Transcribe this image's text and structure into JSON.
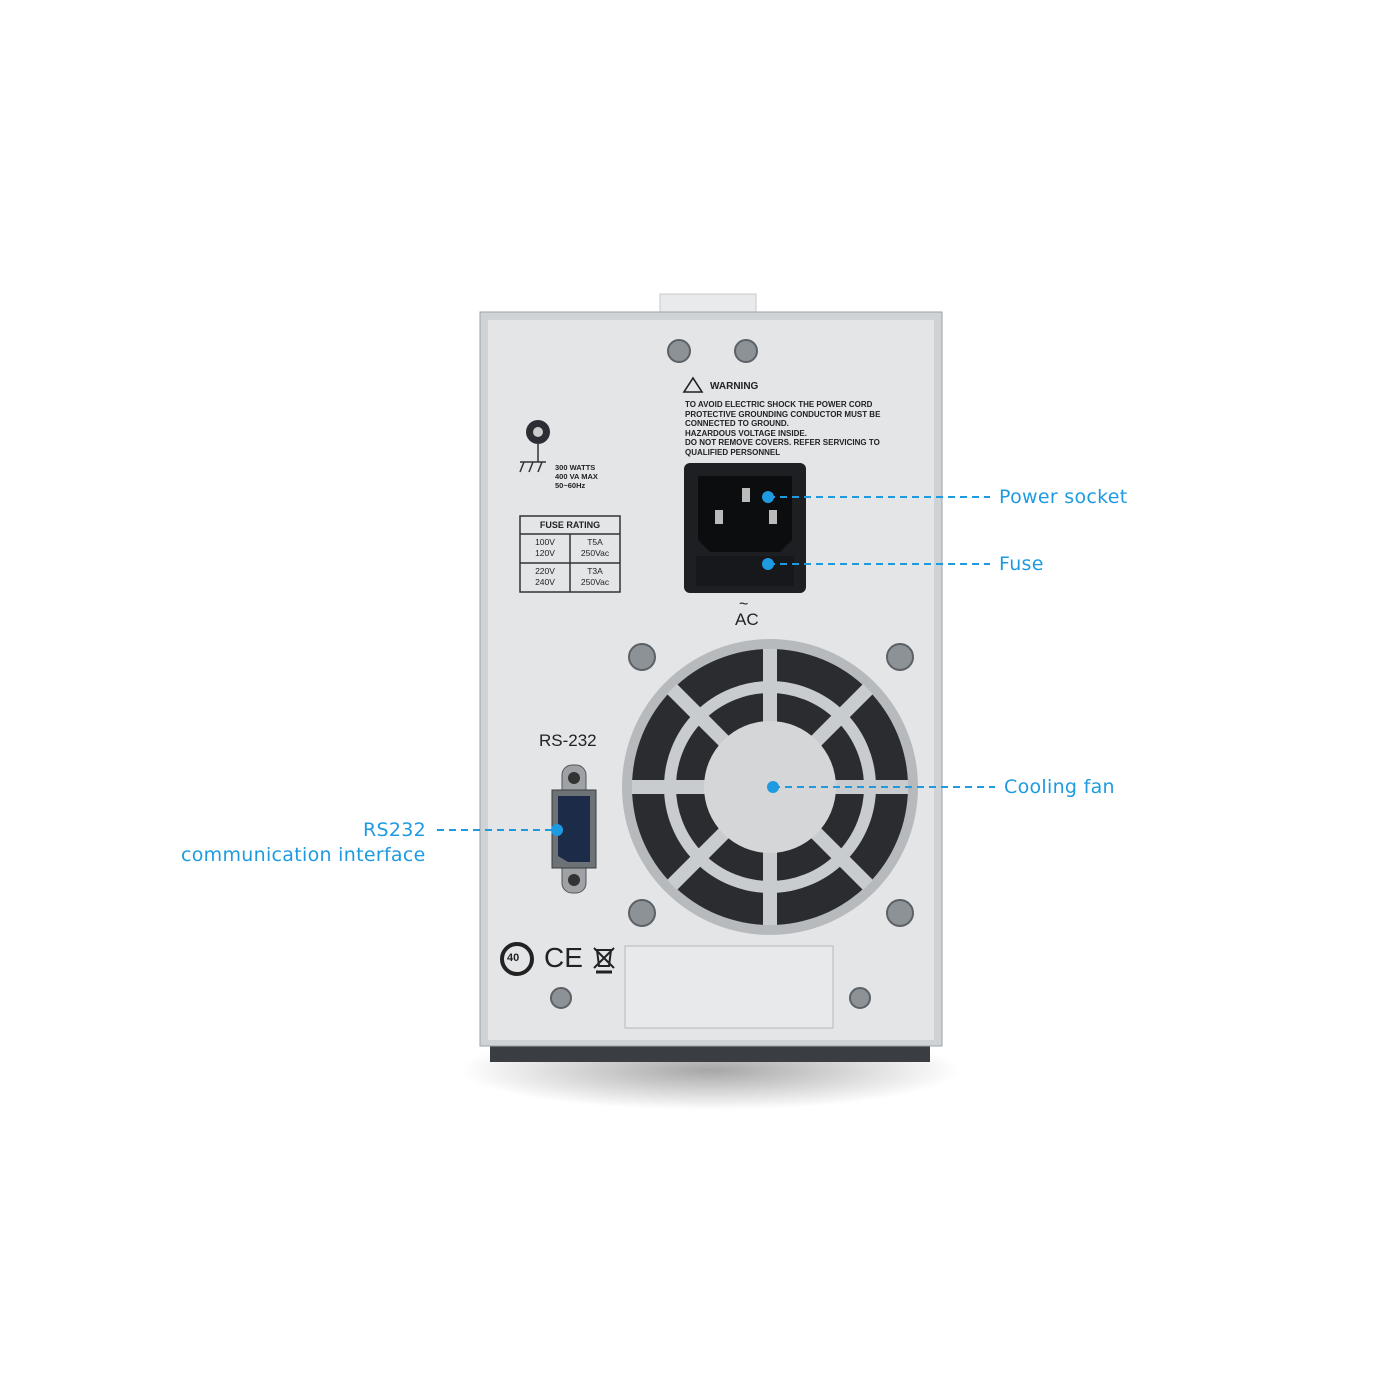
{
  "device": {
    "warning_title": "WARNING",
    "warning_lines": [
      "TO AVOID ELECTRIC SHOCK THE POWER CORD",
      "PROTECTIVE GROUNDING CONDUCTOR MUST BE",
      "CONNECTED TO GROUND.",
      "HAZARDOUS VOLTAGE INSIDE.",
      "DO NOT REMOVE COVERS. REFER SERVICING TO",
      "QUALIFIED PERSONNEL"
    ],
    "power_specs": [
      "300 WATTS",
      "400 VA MAX",
      "50~60Hz"
    ],
    "fuse_table": {
      "title": "FUSE RATING",
      "rows": [
        {
          "voltage": "100V\n120V",
          "fuse": "T5A\n250Vac"
        },
        {
          "voltage": "220V\n240V",
          "fuse": "T3A\n250Vac"
        }
      ]
    },
    "ac_label": "AC",
    "ac_symbol": "~",
    "rs232_label": "RS-232",
    "marks": [
      "40",
      "CE",
      "weee-bin-icon"
    ]
  },
  "annotations": {
    "power_socket": "Power socket",
    "fuse": "Fuse",
    "cooling_fan": "Cooling fan",
    "rs232_line1": "RS232",
    "rs232_line2": "communication interface"
  },
  "colors": {
    "annotation": "#1e9be0",
    "panel": "#e3e5e7",
    "background": "#ffffff"
  }
}
